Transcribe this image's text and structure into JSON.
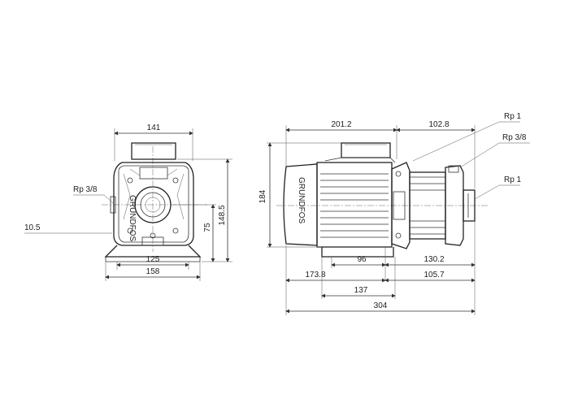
{
  "dimensions": {
    "front_width_top": "141",
    "front_port_side": "Rp 3/8",
    "front_height_total": "148.5",
    "front_height_center": "75",
    "front_foot_thickness": "10.5",
    "front_base_inner": "125",
    "front_base_outer": "158",
    "side_height": "184",
    "side_motor_length": "201.2",
    "side_pump_length": "102.8",
    "side_port_top": "Rp 1",
    "side_port_mid": "Rp 3/8",
    "side_port_outlet": "Rp 1",
    "side_foot_center": "96",
    "side_pump_span": "130.2",
    "side_motor_to_foot": "173.8",
    "side_pump_to_end": "105.7",
    "side_foot_span": "137",
    "side_overall_length": "304"
  },
  "colors": {
    "line": "#333333",
    "background": "#ffffff"
  }
}
